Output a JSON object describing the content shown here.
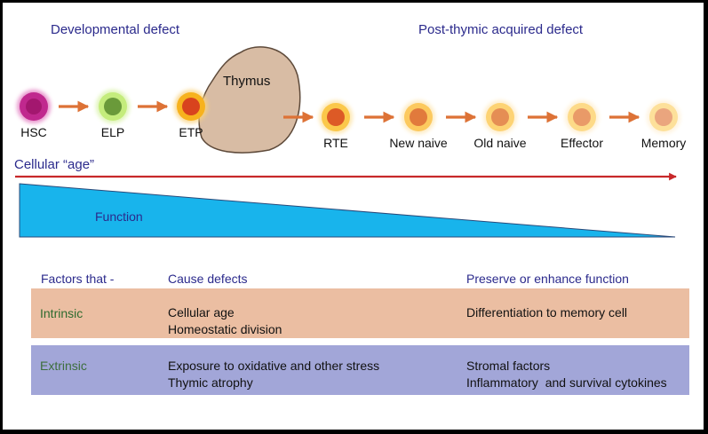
{
  "headers": {
    "developmental": "Developmental defect",
    "post_thymic": "Post-thymic acquired defect"
  },
  "organ": {
    "label": "Thymus"
  },
  "cells": [
    {
      "id": "hsc",
      "label": "HSC",
      "outer": "#c0288e",
      "inner": "#a3176f",
      "glow": "#e27ac0"
    },
    {
      "id": "elp",
      "label": "ELP",
      "outer": "#c4ec7c",
      "inner": "#6a9a3a",
      "glow": "#d8f2a6"
    },
    {
      "id": "etp",
      "label": "ETP",
      "outer": "#f7b21e",
      "inner": "#d8431e",
      "glow": "#f9d27e"
    },
    {
      "id": "rte",
      "label": "RTE",
      "outer": "#fbc84a",
      "inner": "#dd5a26",
      "glow": "#fde2a0"
    },
    {
      "id": "new-naive",
      "label": "New naive",
      "outer": "#fcc95e",
      "inner": "#e17a3c",
      "glow": "#fde6b2"
    },
    {
      "id": "old-naive",
      "label": "Old naive",
      "outer": "#fdd374",
      "inner": "#e58e54",
      "glow": "#feeac0"
    },
    {
      "id": "effector",
      "label": "Effector",
      "outer": "#fdda88",
      "inner": "#e99a68",
      "glow": "#feedca"
    },
    {
      "id": "memory",
      "label": "Memory",
      "outer": "#fde09a",
      "inner": "#eaa57e",
      "glow": "#fff0d4"
    }
  ],
  "age_axis": {
    "label": "Cellular “age”",
    "color": "#c8282a"
  },
  "function_wedge": {
    "label": "Function",
    "color": "#18b4ec"
  },
  "table": {
    "col_factors": "Factors that -",
    "col_cause": "Cause defects",
    "col_preserve": "Preserve or enhance function",
    "rows": [
      {
        "label": "Intrinsic",
        "cause_1": "Cellular age",
        "cause_2": "Homeostatic division",
        "preserve_1": "Differentiation to memory cell",
        "preserve_2": "",
        "color": "#ebbea2"
      },
      {
        "label": "Extrinsic",
        "cause_1": "Exposure to oxidative and other stress",
        "cause_2": "Thymic atrophy",
        "preserve_1": "Stromal factors",
        "preserve_2": "Inflammatory  and survival cytokines",
        "color": "#a2a6d8"
      }
    ]
  },
  "colors": {
    "arrow": "#dd7236",
    "header_text": "#2b2a8c",
    "row_label_text": "#2e6b2e",
    "thymus_fill": "#d8bca4",
    "thymus_stroke": "#5e4a3a"
  }
}
